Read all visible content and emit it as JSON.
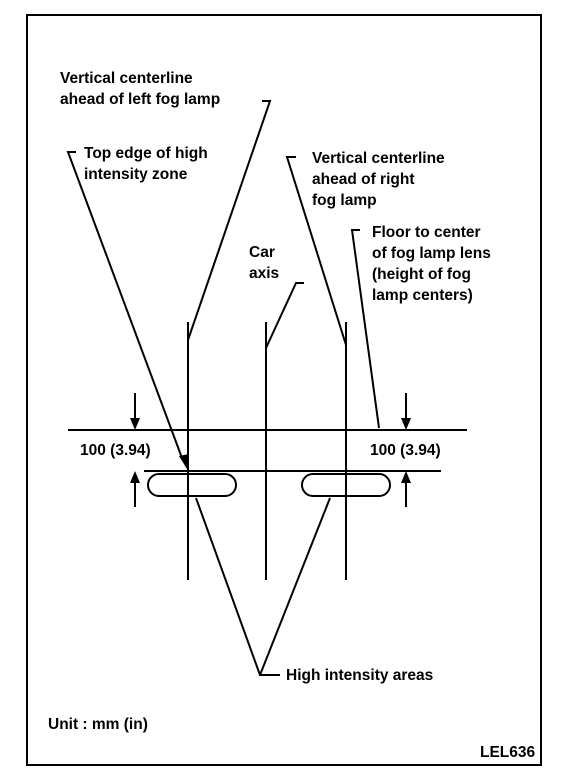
{
  "labels": {
    "vc_left": "Vertical centerline\nahead of left fog lamp",
    "top_edge": "Top edge of high\nintensity zone",
    "vc_right": "Vertical centerline\nahead of right\nfog lamp",
    "car_axis": "Car\naxis",
    "floor": "Floor to center\nof fog lamp lens\n(height of fog\nlamp centers)",
    "dim_left": "100 (3.94)",
    "dim_right": "100 (3.94)",
    "high_intensity": "High intensity areas",
    "unit": "Unit :  mm  (in)",
    "code": "LEL636"
  }
}
